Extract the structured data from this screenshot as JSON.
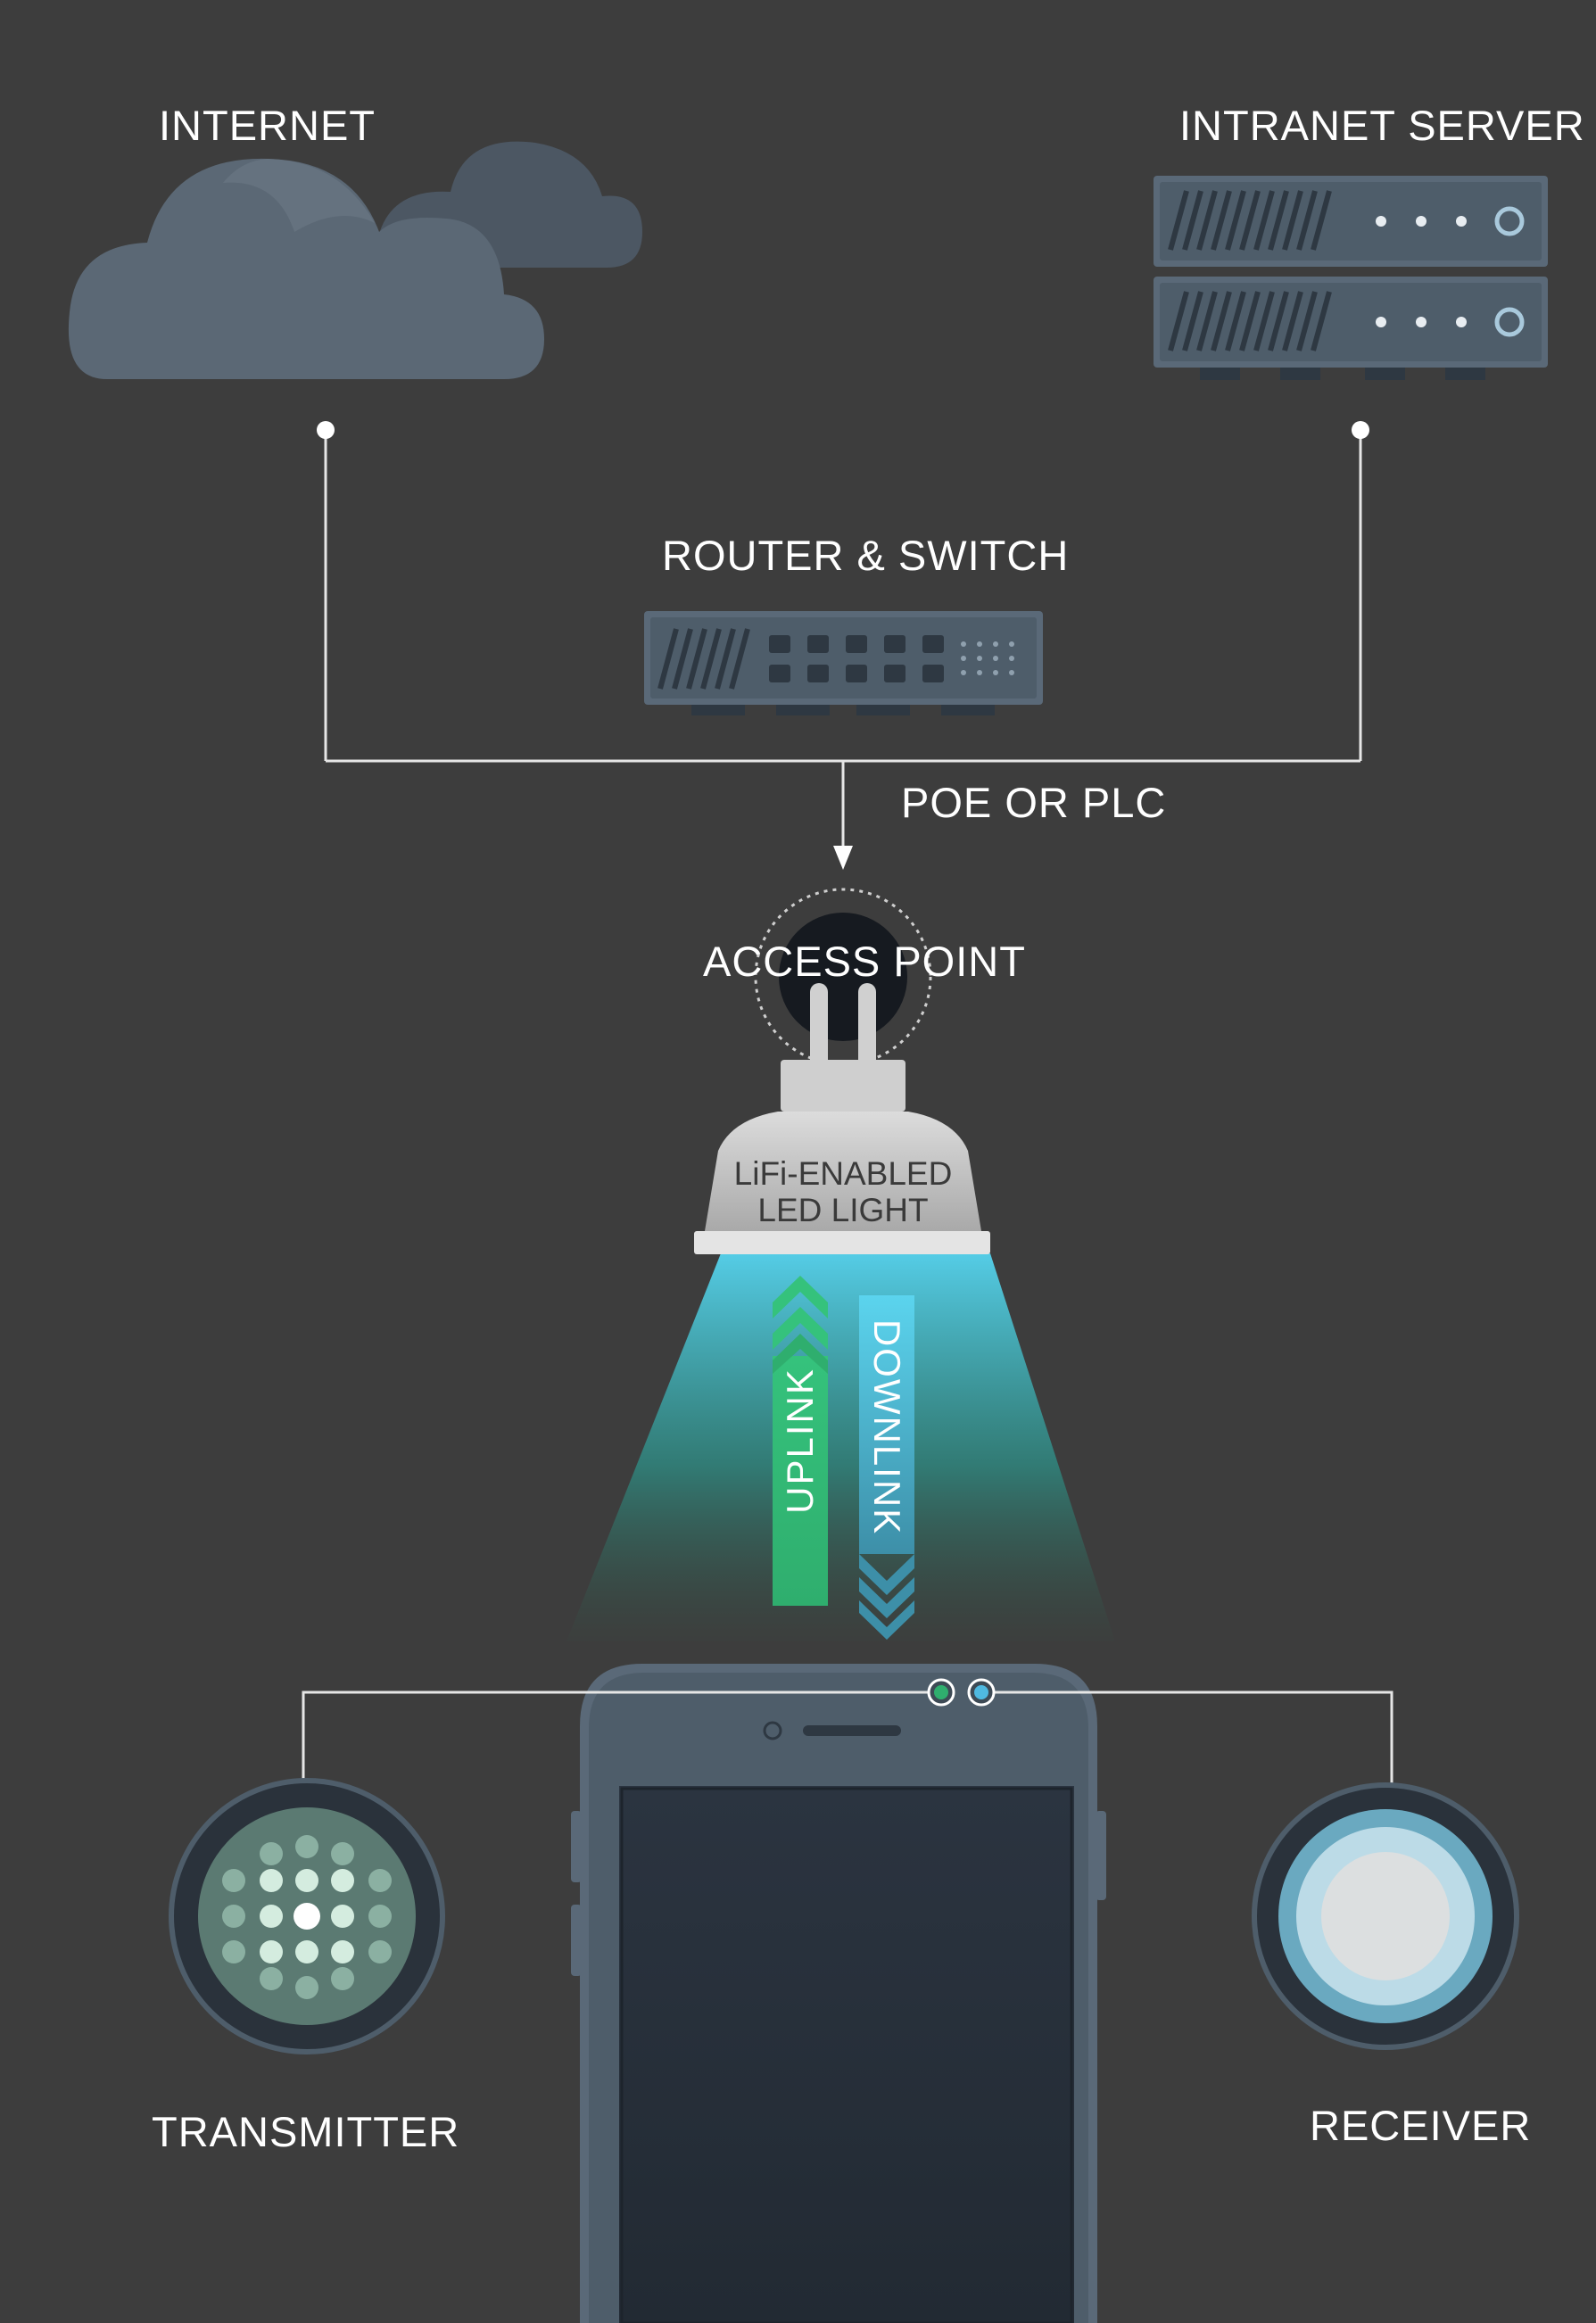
{
  "labels": {
    "internet": "INTERNET",
    "intranet_server": "INTRANET SERVER",
    "router_switch": "ROUTER & SWITCH",
    "poe_or_plc": "POE OR PLC",
    "access_point": "ACCESS POINT",
    "bulb_line1": "LiFi-ENABLED",
    "bulb_line2": "LED LIGHT",
    "uplink": "UPLINK",
    "downlink": "DOWNLINK",
    "transmitter": "TRANSMITTER",
    "receiver": "RECEIVER"
  },
  "colors": {
    "background": "#3d3d3d",
    "device": "#4e5d6a",
    "uplink": "#2fae6e",
    "downlink": "#4aa6c2",
    "beam": "#48c8e0"
  }
}
